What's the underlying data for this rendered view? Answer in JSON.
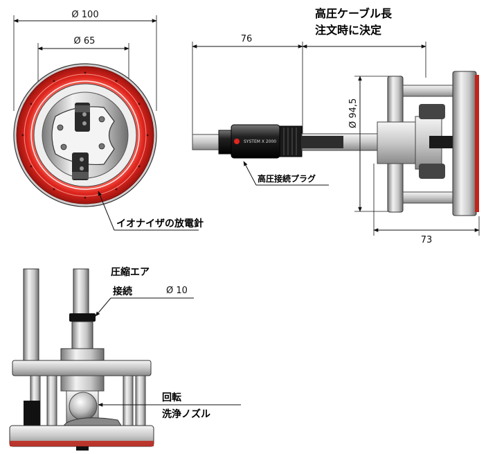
{
  "dimensions": {
    "front_outer_dia": "Ø 100",
    "front_inner_dia": "Ø 65",
    "plug_length": "76",
    "body_dia": "Ø 94,5",
    "body_length": "73",
    "air_dia": "Ø 10"
  },
  "labels": {
    "cable_length_line1": "高圧ケーブル長",
    "cable_length_line2": "注文時に決定",
    "hv_plug": "高圧接続プラグ",
    "ionizer_needle": "イオナイザの放電針",
    "air_line1": "圧縮エア",
    "air_line2": "接続",
    "rotate": "回転",
    "nozzle": "洗浄ノズル",
    "plug_brand": "SYSTEM X 2000"
  },
  "colors": {
    "ring_red": "#e0261e",
    "metal_light": "#e6e6e6",
    "metal_mid": "#b5b5b5",
    "metal_dark": "#555555",
    "black": "#111111"
  }
}
